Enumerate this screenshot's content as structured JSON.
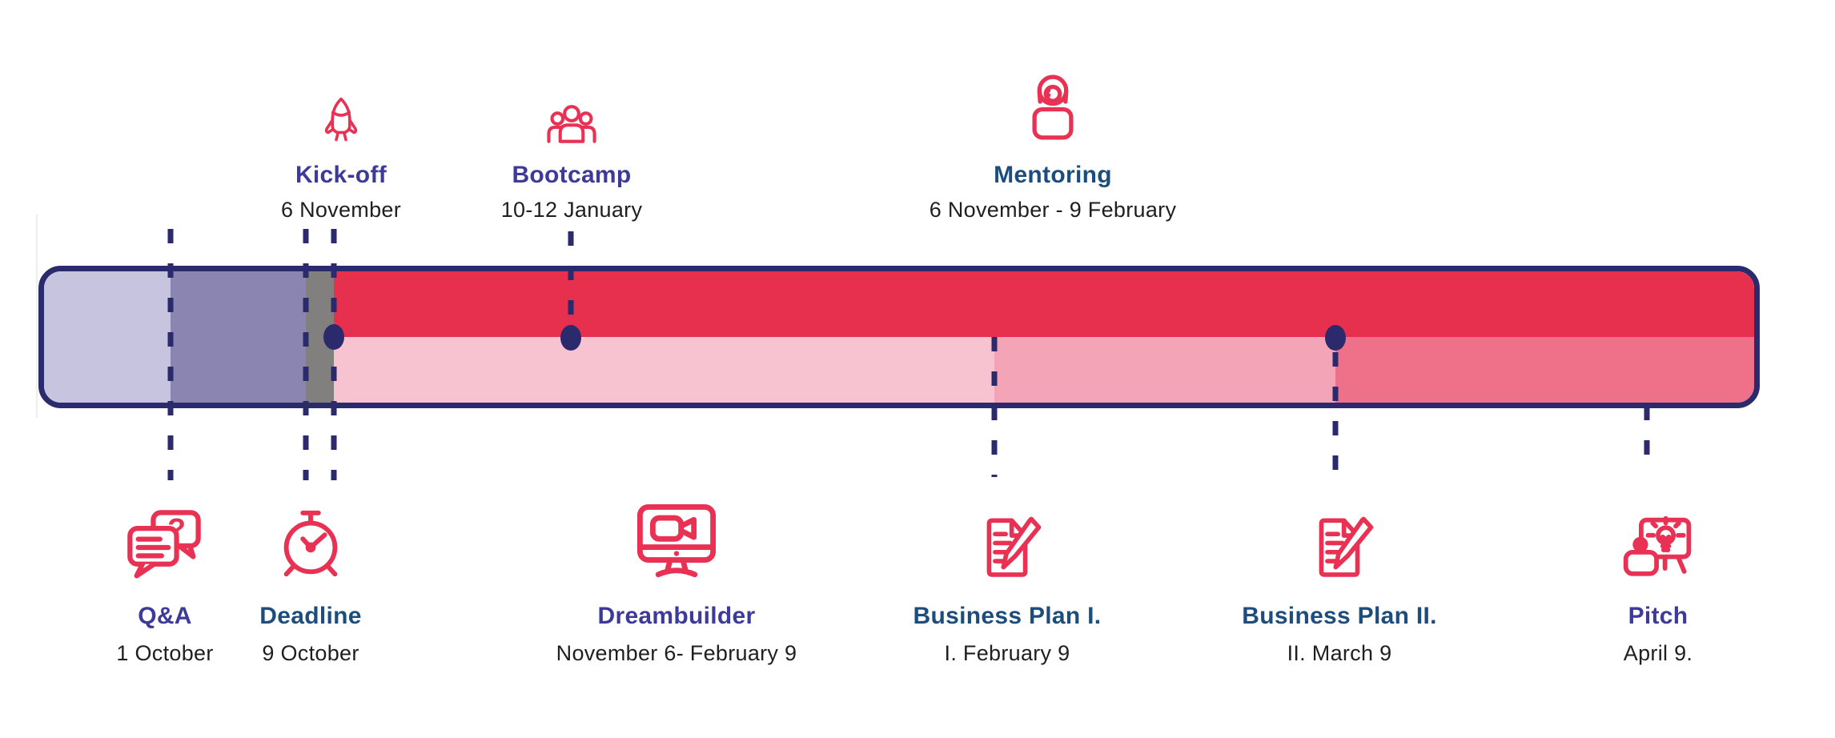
{
  "colors": {
    "navy": "#2b2a6d",
    "icon_red": "#e83153",
    "red": "#e6304e",
    "lavender": "#c7c4df",
    "purple": "#8a85b1",
    "gray": "#82807f",
    "pink_light": "#f7c3d0",
    "pink_medium": "#f3a4b6",
    "pink_dark": "#ee7089",
    "indigo_label": "#3d3a99",
    "steel_label": "#1d4d7c",
    "date_text": "#1f1f1f"
  },
  "timeline": {
    "top_events": [
      {
        "label": "Kick-off",
        "date": "6 November",
        "icon": "rocket-icon",
        "label_color": "#3d3a99"
      },
      {
        "label": "Bootcamp",
        "date": "10-12 January",
        "icon": "people-group-icon",
        "label_color": "#3d3a99"
      },
      {
        "label": "Mentoring",
        "date": "6 November - 9 February",
        "icon": "mentor-person-icon",
        "label_color": "#1d4d7c"
      }
    ],
    "bottom_events": [
      {
        "label": "Q&A",
        "date": "1 October",
        "icon": "chat-question-icon",
        "label_color": "#3d3a99"
      },
      {
        "label": "Deadline",
        "date": "9 October",
        "icon": "stopwatch-icon",
        "label_color": "#1d4d7c"
      },
      {
        "label": "Dreambuilder",
        "date": "November 6- February 9",
        "icon": "monitor-video-icon",
        "label_color": "#3d3a99"
      },
      {
        "label": "Business Plan I.",
        "date": "I. February 9",
        "icon": "document-pencil-icon",
        "label_color": "#1d4d7c"
      },
      {
        "label": "Business Plan II.",
        "date": "II. March 9",
        "icon": "document-pencil-icon",
        "label_color": "#1d4d7c"
      },
      {
        "label": "Pitch",
        "date": "April 9.",
        "icon": "pitch-presentation-icon",
        "label_color": "#3d3a99"
      }
    ]
  }
}
